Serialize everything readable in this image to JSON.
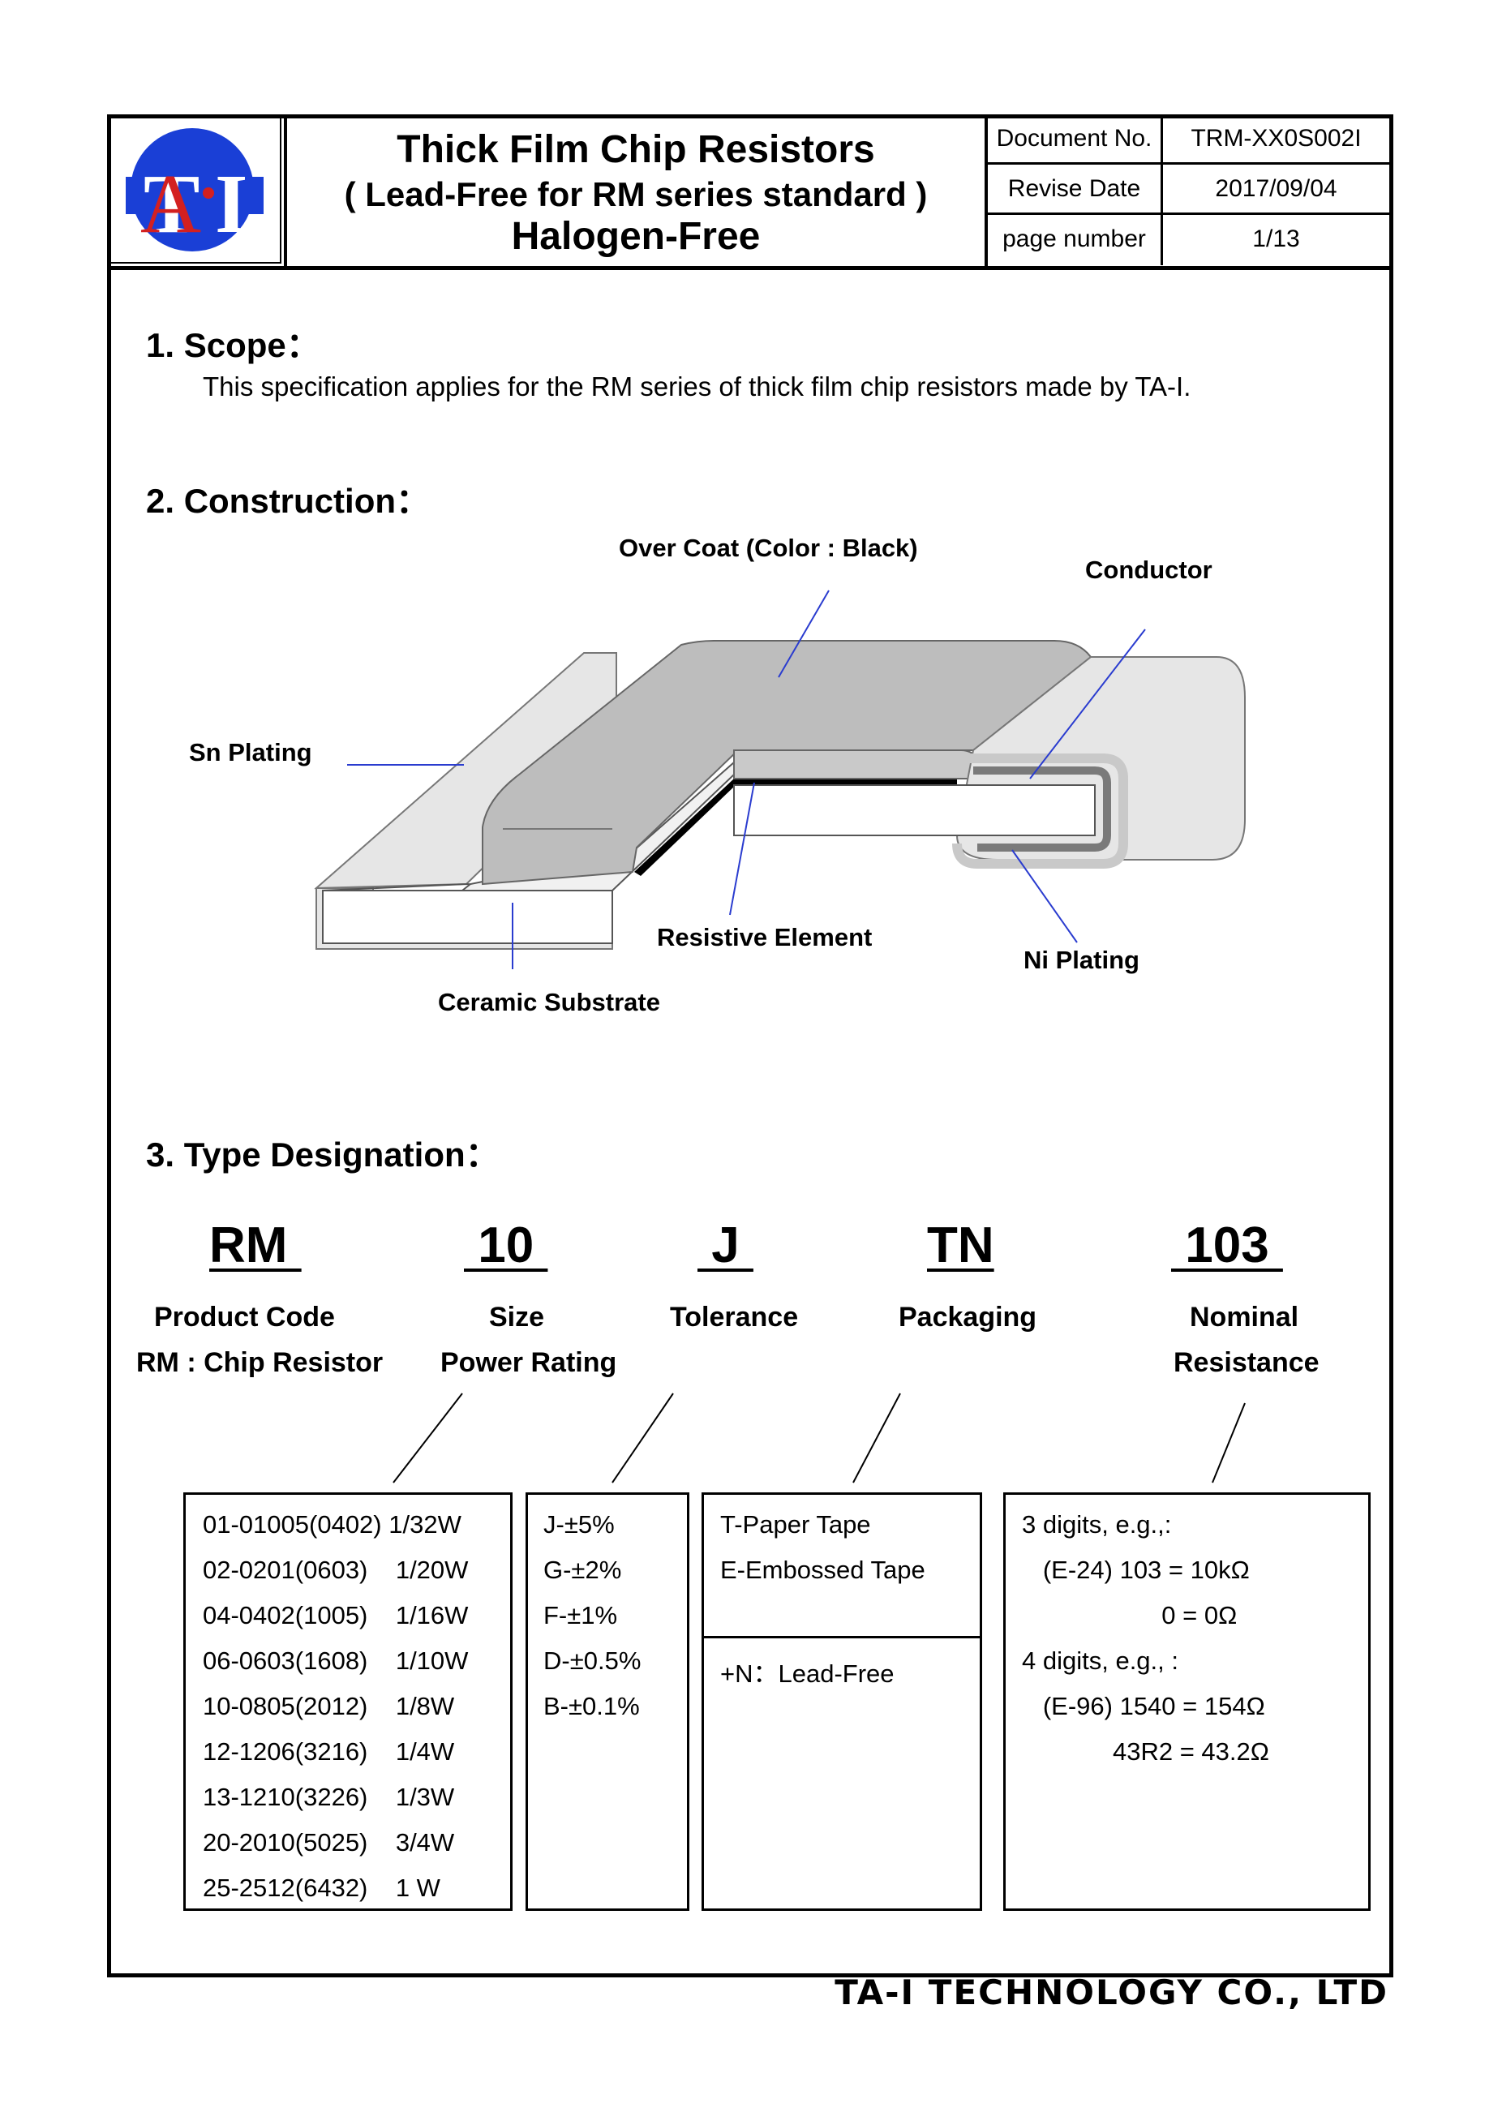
{
  "header": {
    "logo_text": "TA·I",
    "title": "Thick Film Chip Resistors",
    "subtitle": "( Lead-Free for RM series standard )",
    "subtitle2": "Halogen-Free",
    "document_no_label": "Document No.",
    "document_no": "TRM-XX0S002I",
    "revise_date_label": "Revise Date",
    "revise_date": "2017/09/04",
    "page_number_label": "page number",
    "page_number": "1/13"
  },
  "scope": {
    "heading": "1.  Scope：",
    "text": "This specification applies for the RM series of thick film chip resistors made by TA-I."
  },
  "construction": {
    "heading": "2.  Construction：",
    "labels": {
      "over_coat": "Over Coat (Color : Black)",
      "conductor": "Conductor",
      "sn_plating": "Sn Plating",
      "resistive_element": "Resistive Element",
      "ni_plating": "Ni Plating",
      "ceramic_substrate": "Ceramic Substrate"
    }
  },
  "type_designation": {
    "heading": "3.  Type Designation：",
    "codes": [
      "RM ",
      " 10 ",
      " J ",
      "TN",
      " 103 "
    ],
    "captions": {
      "product_code": "Product Code",
      "rm_chip": "RM : Chip Resistor",
      "size": "Size",
      "power_rating": "Power Rating",
      "tolerance": "Tolerance",
      "packaging": "Packaging",
      "nominal": "Nominal",
      "resistance": "Resistance"
    },
    "size_rows": [
      "01-01005(0402) 1/32W",
      "02-0201(0603)    1/20W",
      "04-0402(1005)    1/16W",
      "06-0603(1608)    1/10W",
      "10-0805(2012)    1/8W",
      "12-1206(3216)    1/4W",
      "13-1210(3226)    1/3W",
      "20-2010(5025)    3/4W",
      "25-2512(6432)    1 W"
    ],
    "tolerance_rows": [
      "J-±5%",
      "G-±2%",
      "F-±1%",
      "D-±0.5%",
      "B-±0.1%"
    ],
    "packaging_rows": [
      "T-Paper Tape",
      "E-Embossed Tape"
    ],
    "packaging_note": "+N：Lead-Free",
    "resistance_rows": [
      "3 digits, e.g.,:",
      "   (E-24) 103 = 10kΩ",
      "                    0 = 0Ω",
      "4 digits, e.g., :",
      "   (E-96) 1540 = 154Ω",
      "             43R2 = 43.2Ω"
    ]
  },
  "footer": {
    "company": "TA-I TECHNOLOGY CO., LTD"
  }
}
